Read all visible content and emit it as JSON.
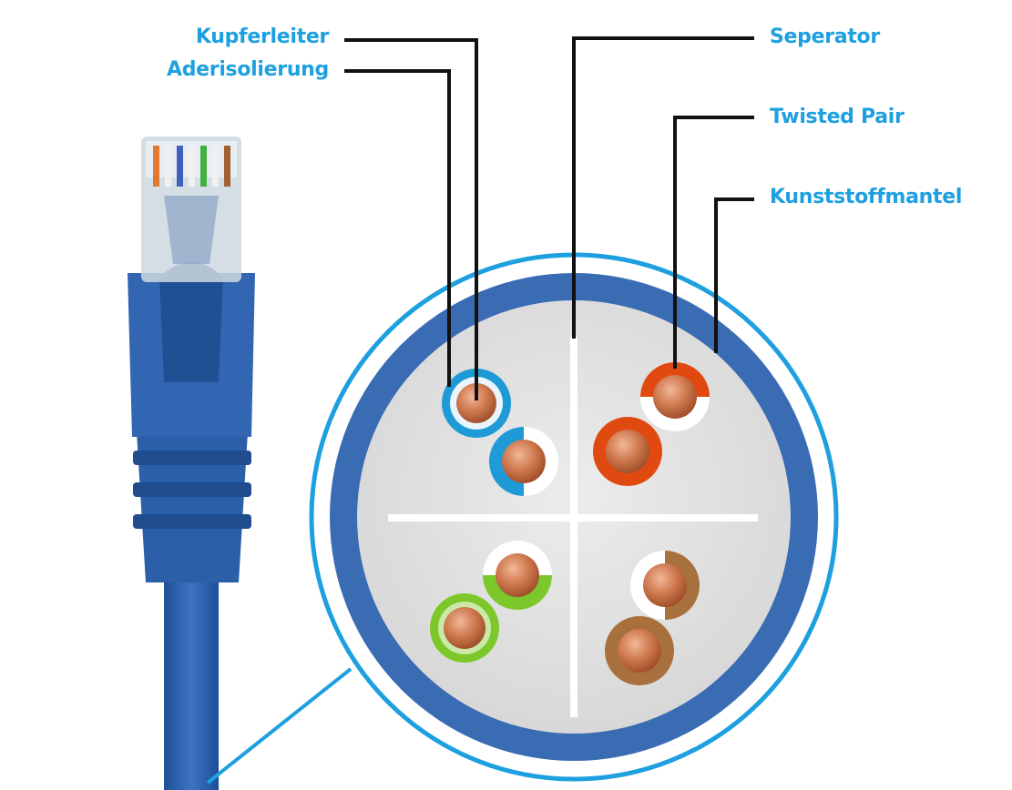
{
  "labels": {
    "copper_conductor": "Kupferleiter",
    "wire_insulation": "Aderisolierung",
    "separator": "Seperator",
    "twisted_pair": "Twisted Pair",
    "plastic_jacket": "Kunststoffmantel"
  },
  "colors": {
    "label_text": "#1ea0e0",
    "leader_line": "#111111",
    "jacket_blue": "#3a6cb4",
    "outline_blue": "#1ea0e0",
    "filler_grey": "#e4e4e4",
    "copper": "#c8704a",
    "pair_blue": "#1e9ad6",
    "pair_orange": "#e04a10",
    "pair_green": "#7cc72a",
    "pair_brown": "#a8703c"
  },
  "pairs": [
    {
      "name": "blue",
      "color": "blue"
    },
    {
      "name": "orange",
      "color": "orange"
    },
    {
      "name": "green",
      "color": "green"
    },
    {
      "name": "brown",
      "color": "brown"
    }
  ]
}
